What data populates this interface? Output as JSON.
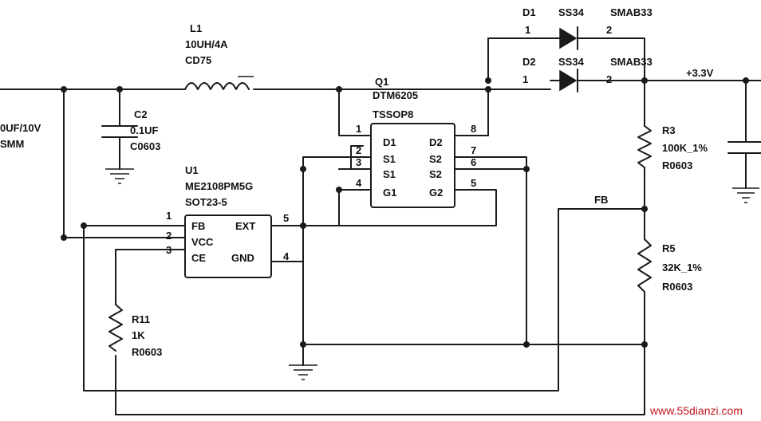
{
  "components": {
    "l1": {
      "ref": "L1",
      "value": "10UH/4A",
      "package": "CD75"
    },
    "c2": {
      "ref": "C2",
      "value": "0.1UF",
      "package": "C0603"
    },
    "c_in": {
      "value": "0UF/10V",
      "package": "SMM"
    },
    "u1": {
      "ref": "U1",
      "part": "ME2108PM5G",
      "package": "SOT23-5",
      "pins": {
        "fb": "FB",
        "vcc": "VCC",
        "ce": "CE",
        "ext": "EXT",
        "gnd": "GND"
      },
      "pin_numbers": {
        "p1": "1",
        "p2": "2",
        "p3": "3",
        "p4": "4",
        "p5": "5"
      }
    },
    "q1": {
      "ref": "Q1",
      "part": "DTM6205",
      "package": "TSSOP8",
      "pins": {
        "d1": "D1",
        "s1a": "S1",
        "s1b": "S1",
        "g1": "G1",
        "d2": "D2",
        "s2a": "S2",
        "s2b": "S2",
        "g2": "G2"
      },
      "pin_numbers": {
        "p1": "1",
        "p2": "2",
        "p3": "3",
        "p4": "4",
        "p5": "5",
        "p6": "6",
        "p7": "7",
        "p8": "8"
      }
    },
    "d1": {
      "ref": "D1",
      "part": "SS34",
      "package": "SMAB33",
      "pin1": "1",
      "pin2": "2"
    },
    "d2": {
      "ref": "D2",
      "part": "SS34",
      "package": "SMAB33",
      "pin1": "1",
      "pin2": "2"
    },
    "r3": {
      "ref": "R3",
      "value": "100K_1%",
      "package": "R0603"
    },
    "r5": {
      "ref": "R5",
      "value": "32K_1%",
      "package": "R0603"
    },
    "r11": {
      "ref": "R11",
      "value": "1K",
      "package": "R0603"
    }
  },
  "nets": {
    "output": "+3.3V",
    "feedback": "FB"
  },
  "watermark": "www.55dianzi.com"
}
